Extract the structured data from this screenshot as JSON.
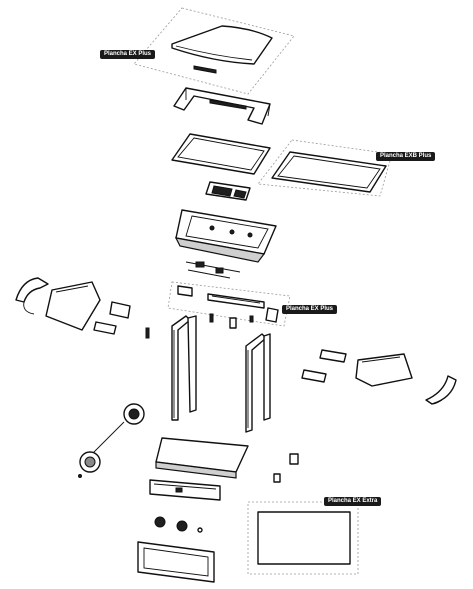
{
  "labels": {
    "plancha_ex_plus_top": "Plancha EX Plus",
    "plancha_exb_plus": "Plancha EXB Plus",
    "plancha_ex_plus_mid": "Plancha EX Plus",
    "plancha_ex_extra": "Plancha EX Extra"
  }
}
